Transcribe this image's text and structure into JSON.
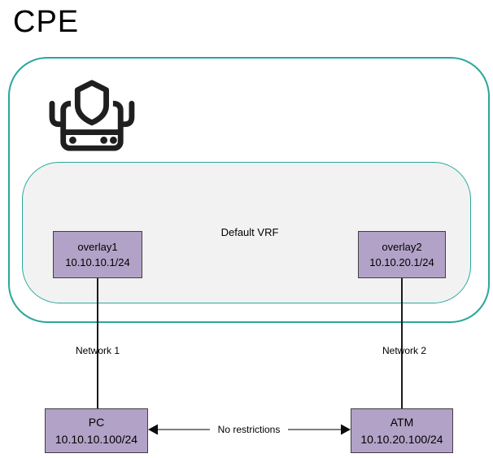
{
  "title": "CPE",
  "vrf": {
    "label": "Default VRF"
  },
  "nodes": {
    "overlay1": {
      "name": "overlay1",
      "ip": "10.10.10.1/24"
    },
    "overlay2": {
      "name": "overlay2",
      "ip": "10.10.20.1/24"
    },
    "pc": {
      "name": "PC",
      "ip": "10.10.10.100/24"
    },
    "atm": {
      "name": "ATM",
      "ip": "10.10.20.100/24"
    }
  },
  "links": {
    "network1": {
      "label": "Network 1"
    },
    "network2": {
      "label": "Network 2"
    },
    "pc_atm": {
      "label": "No restrictions"
    }
  },
  "icons": {
    "firewall_router": "shield-router-icon"
  },
  "colors": {
    "container_border": "#2aa79b",
    "vrf_fill": "#f2f2f2",
    "node_fill": "#b2a2c7",
    "node_border": "#404040",
    "icon": "#1f1f1f",
    "arrow_line": "#7f7f7f",
    "connector_line": "#1a1a1a"
  }
}
